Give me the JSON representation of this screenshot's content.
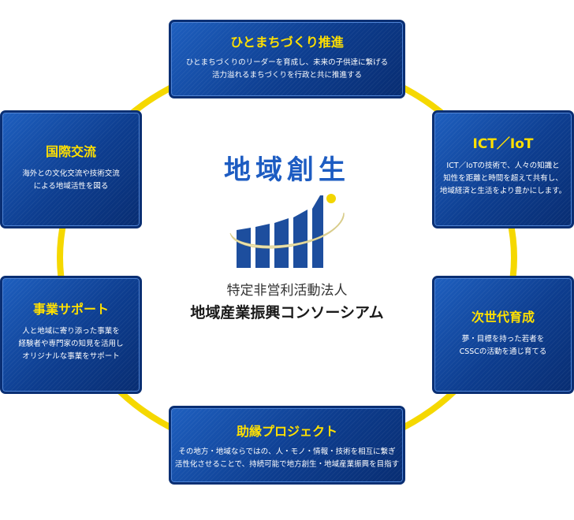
{
  "center": {
    "headline": "地域創生",
    "org_type": "特定非営利活動法人",
    "org_name": "地域産業振興コンソーシアム"
  },
  "colors": {
    "ring": "#f5d800",
    "card_blue": "#0d3d8f",
    "card_title": "#ffe000",
    "headline_blue": "#1d5cc2"
  },
  "cards": {
    "top": {
      "title": "ひとまちづくり推進",
      "desc": "ひとまちづくりのリーダーを育成し、未来の子供達に繋げる\n活力溢れるまちづくりを行政と共に推進する"
    },
    "left1": {
      "title": "国際交流",
      "desc": "海外との文化交流や技術交流\nによる地域活性を図る"
    },
    "right1": {
      "title": "ICT／IoT",
      "desc": "ICT／IoTの技術で、人々の知識と\n知性を距離と時間を超えて共有し、\n地域経済と生活をより豊かにします。"
    },
    "left2": {
      "title": "事業サポート",
      "desc": "人と地域に寄り添った事業を\n経験者や専門家の知見を活用し\nオリジナルな事業をサポート"
    },
    "right2": {
      "title": "次世代育成",
      "desc": "夢・目標を持った若者を\nCSSCの活動を通じ育てる"
    },
    "bottom": {
      "title": "助縁プロジェクト",
      "desc": "その地方・地域ならではの、人・モノ・情報・技術を相互に繋ぎ\n活性化させることで、持続可能で地方創生・地域産業振興を目指す"
    }
  }
}
